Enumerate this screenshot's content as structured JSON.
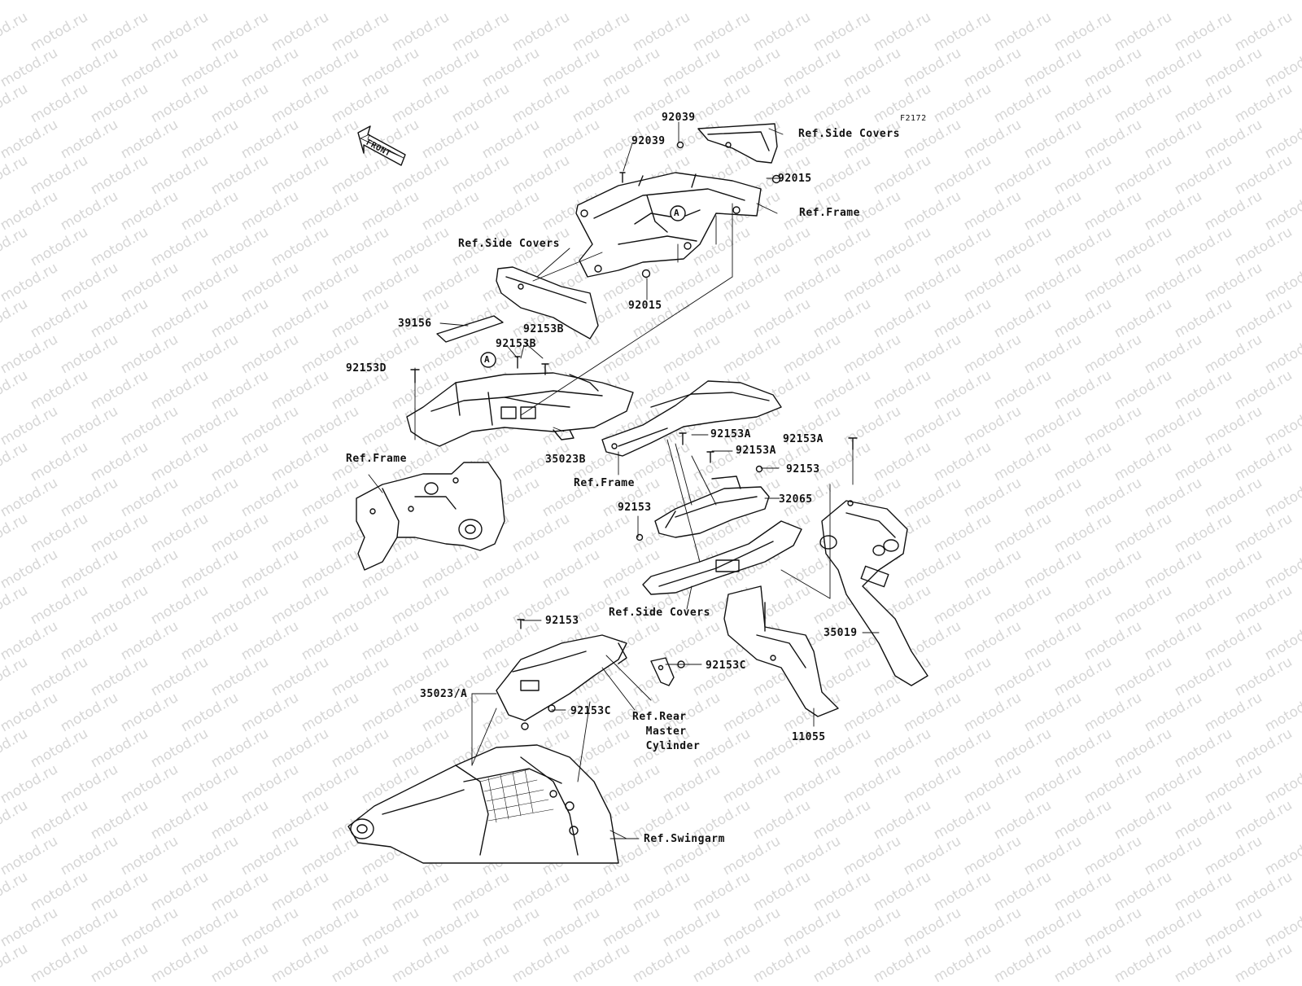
{
  "figure_code": "F2172",
  "front_label": "FRONT",
  "watermark_text": "motod.ru",
  "callout_letter": "A",
  "labels": {
    "p92039_top": "92039",
    "p92039_second": "92039",
    "ref_side_covers_top": "Ref.Side Covers",
    "p92015_right": "92015",
    "ref_frame_top": "Ref.Frame",
    "ref_side_covers_left": "Ref.Side Covers",
    "p92015_bottom": "92015",
    "p39156": "39156",
    "p92153B_upper": "92153B",
    "p92153B_lower": "92153B",
    "p92153D": "92153D",
    "p35023B": "35023B",
    "ref_frame_left": "Ref.Frame",
    "ref_frame_mid": "Ref.Frame",
    "p92153A_first": "92153A",
    "p92153A_second": "92153A",
    "p92153A_right": "92153A",
    "p92153_right": "92153",
    "p32065": "32065",
    "p92153_left": "92153",
    "ref_side_covers_bottom": "Ref.Side Covers",
    "p35019": "35019",
    "p92153_bottom": "92153",
    "p35023A": "35023/A",
    "p92153C_right": "92153C",
    "p92153C_left": "92153C",
    "ref_rear_master_cylinder": "Ref.Rear\n  Master\n  Cylinder",
    "p11055": "11055",
    "ref_swingarm": "Ref.Swingarm"
  }
}
